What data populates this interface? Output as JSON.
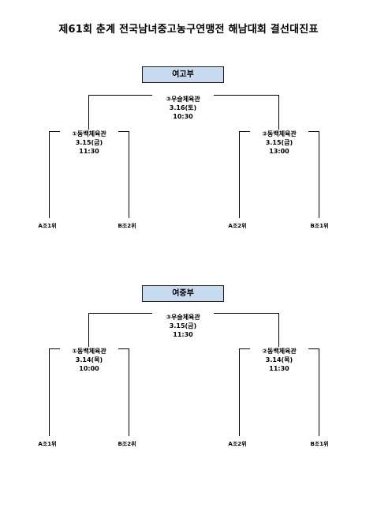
{
  "title": "제61회 춘계 전국남녀중고농구연맹전 해남대회 결선대진표",
  "brackets": [
    {
      "division": "여고부",
      "final": {
        "venue": "③우슬체육관",
        "date": "3.16(토)",
        "time": "10:30"
      },
      "semi_left": {
        "venue": "①동백체육관",
        "date": "3.15(금)",
        "time": "11:30"
      },
      "semi_right": {
        "venue": "②동백체육관",
        "date": "3.15(금)",
        "time": "13:00"
      },
      "teams": [
        "A조1위",
        "B조2위",
        "A조2위",
        "B조1위"
      ]
    },
    {
      "division": "여중부",
      "final": {
        "venue": "③우슬체육관",
        "date": "3.15(금)",
        "time": "11:30"
      },
      "semi_left": {
        "venue": "①동백체육관",
        "date": "3.14(목)",
        "time": "10:00"
      },
      "semi_right": {
        "venue": "②동백체육관",
        "date": "3.14(목)",
        "time": "11:30"
      },
      "teams": [
        "A조1위",
        "B조2위",
        "A조2위",
        "B조1위"
      ]
    }
  ]
}
